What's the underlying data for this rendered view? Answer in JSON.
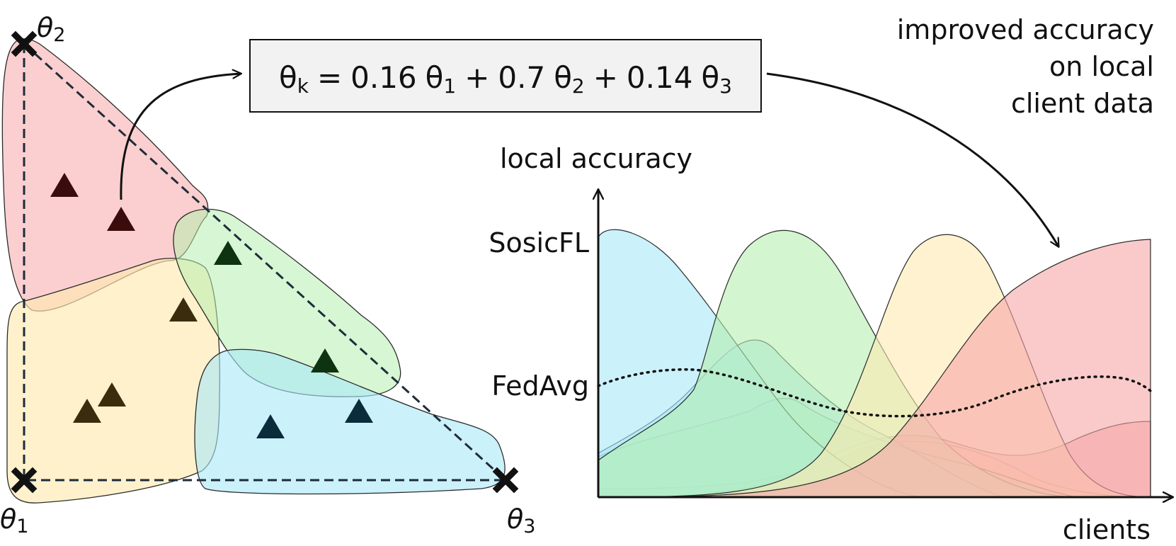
{
  "simplex": {
    "vertices": [
      {
        "id": "theta1",
        "label_base": "θ",
        "label_sub": "1"
      },
      {
        "id": "theta2",
        "label_base": "θ",
        "label_sub": "2"
      },
      {
        "id": "theta3",
        "label_base": "θ",
        "label_sub": "3"
      }
    ],
    "region_colors": {
      "red": "#f7a7a8",
      "yellow": "#fde9b0",
      "green": "#b6efaf",
      "blue": "#a9e7f8"
    }
  },
  "formula": {
    "lhs_base": "θ",
    "lhs_sub": "k",
    "eq": "=",
    "terms": [
      {
        "coef": "0.16",
        "base": "θ",
        "sub": "1",
        "op": ""
      },
      {
        "coef": "0.7",
        "base": "θ",
        "sub": "2",
        "op": "+"
      },
      {
        "coef": "0.14",
        "base": "θ",
        "sub": "3",
        "op": "+"
      }
    ]
  },
  "annotation": {
    "lines": [
      "improved accuracy",
      "on local",
      "client data"
    ]
  },
  "plot": {
    "y_axis_label": "local accuracy",
    "x_axis_label": "clients",
    "level_sosicfl": "SosicFL",
    "level_fedavg": "FedAvg",
    "curve_colors": {
      "blue": "#a9e7f8",
      "green": "#b6efaf",
      "yellow": "#fde9b0",
      "red": "#f7a7a8"
    }
  }
}
